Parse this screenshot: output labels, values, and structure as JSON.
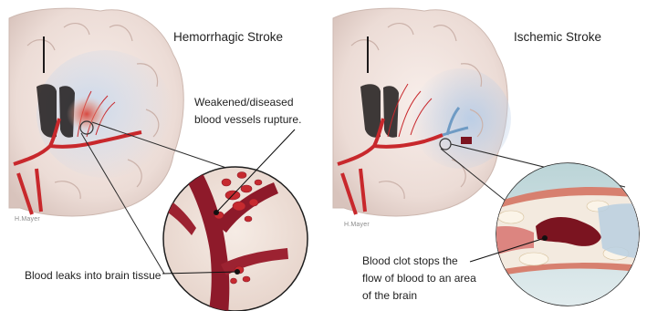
{
  "panels": [
    {
      "title": "Hemorrhagic Stroke",
      "annotations": {
        "top": [
          "Weakened/diseased",
          "blood vessels rupture."
        ],
        "bottom": [
          "Blood leaks into brain tissue"
        ]
      },
      "credit": "H.Mayer"
    },
    {
      "title": "Ischemic Stroke",
      "annotations": {
        "bottom": [
          "Blood clot stops the",
          "flow of blood to an area",
          "of the brain"
        ]
      },
      "credit": "H.Mayer"
    }
  ],
  "colors": {
    "brain": "#f2e7e2",
    "brain_shadow": "#c9d3e2",
    "artery": "#c8282c",
    "vessel_dark": "#8e1a2a",
    "vessel_wall": "#d98f86",
    "clot": "#7b1420",
    "plaque": "#f7efe0",
    "blue_vessel": "#6f9bc4"
  }
}
